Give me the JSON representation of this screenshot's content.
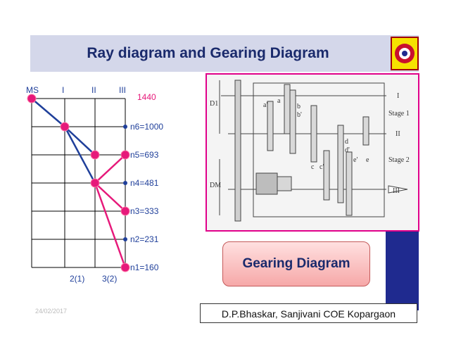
{
  "header": {
    "title": "Ray diagram and Gearing Diagram"
  },
  "ray": {
    "speed_top": "1440",
    "col_labels": [
      "MS",
      "I",
      "II",
      "III"
    ],
    "speeds": [
      "n6=1000",
      "n5=693",
      "n4=481",
      "n3=333",
      "n2=231",
      "n1=160"
    ],
    "ratios": [
      "2(1)",
      "3(2)"
    ]
  },
  "gearing": {
    "shaft_labels": [
      "I",
      "II",
      "III"
    ],
    "stage_labels": [
      "Stage 1",
      "Stage 2"
    ],
    "dim_labels": [
      "D1",
      "DM"
    ],
    "gear_labels": [
      "a'",
      "a",
      "b",
      "b'",
      "c",
      "c'",
      "d",
      "d'",
      "e'",
      "e"
    ]
  },
  "button": {
    "label": "Gearing Diagram"
  },
  "footer": {
    "credit": "D.P.Bhaskar, Sanjivani COE Kopargaon",
    "date": "24/02/2017"
  },
  "colors": {
    "blue": "#1f3f9a",
    "magenta": "#e6197a",
    "header": "#d4d7ea",
    "title": "#1a2a6c"
  }
}
